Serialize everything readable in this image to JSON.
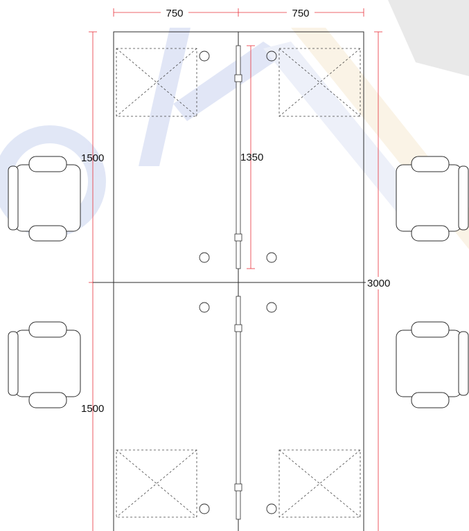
{
  "watermark": {
    "text": "OKA",
    "colors": {
      "blue": "#c9d3ef",
      "orange": "#f7ead2",
      "dark": "#d8d8d8"
    }
  },
  "colors": {
    "line": "#2b2b2b",
    "dimension": "#e8303a",
    "hidden": "#444444",
    "background": "#ffffff"
  },
  "dimensions": {
    "top_left_width": "750",
    "top_right_width": "750",
    "left_upper_depth": "1500",
    "left_lower_depth": "1500",
    "screen_length": "1350",
    "overall_length": "3000"
  }
}
